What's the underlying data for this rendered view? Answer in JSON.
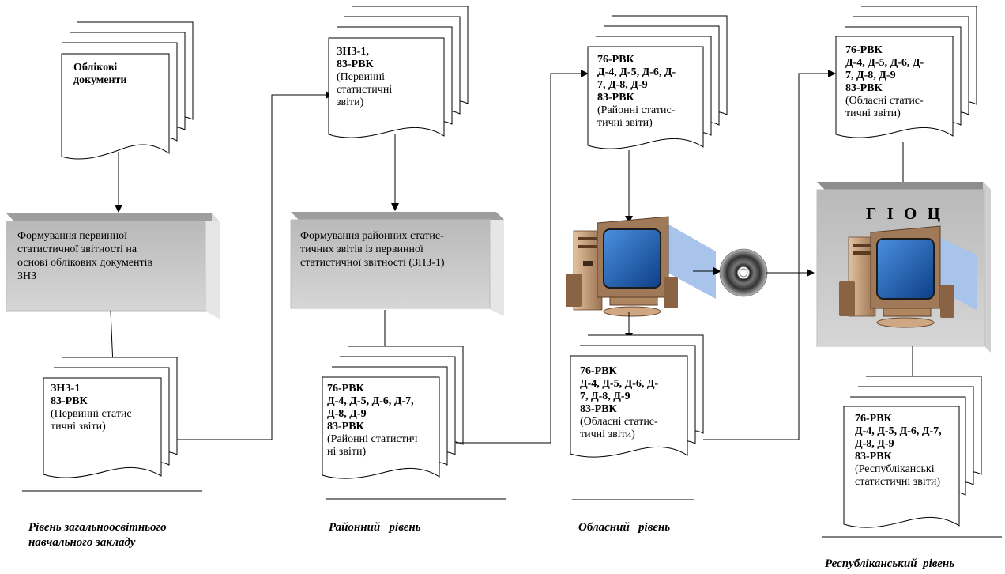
{
  "level1": {
    "accounting_doc": {
      "line1": "Облікові",
      "line2": "документи"
    },
    "process": {
      "line1": "Формування первинної",
      "line2": "статистичної звітності на",
      "line3": "основі облікових документів",
      "line4": "ЗНЗ"
    },
    "output_doc": {
      "b1": "ЗНЗ-1",
      "b2": "83-РВК",
      "n1": "(Первинні статис",
      "n2": "тичні звіти)"
    },
    "label": {
      "line1": "Рівень загальноосвітнього",
      "line2": "навчального закладу"
    }
  },
  "level2": {
    "input_doc": {
      "b1": "ЗНЗ-1,",
      "b2": "83-РВК",
      "n1": "(Первинні",
      "n2": "статистичні",
      "n3": "звіти)"
    },
    "process": {
      "line1": "Формування районних статис-",
      "line2": "тичних звітів  із первинної",
      "line3": "статистичної звітності (ЗНЗ-1)"
    },
    "output_doc": {
      "b1": "76-РВК",
      "b2": "Д-4, Д-5, Д-6, Д-7,",
      "b3": "Д-8, Д-9",
      "b4": "83-РВК",
      "n1": "(Районні статистич",
      "n2": "ні звіти)"
    },
    "label": "Районний   рівень"
  },
  "level3": {
    "input_doc": {
      "b1": "76-РВК",
      "b2": "Д-4, Д-5, Д-6, Д-",
      "b3": "7, Д-8, Д-9",
      "b4": "83-РВК",
      "n1": "(Районні статис-",
      "n2": "тичні звіти)"
    },
    "output_doc": {
      "b1": "76-РВК",
      "b2": "Д-4, Д-5, Д-6, Д-",
      "b3": "7, Д-8, Д-9",
      "b4": "83-РВК",
      "n1": "(Обласні статис-",
      "n2": "тичні звіти)"
    },
    "label": "Обласний   рівень"
  },
  "level4": {
    "input_doc": {
      "b1": "76-РВК",
      "b2": "Д-4, Д-5, Д-6, Д-",
      "b3": "7, Д-8, Д-9",
      "b4": "83-РВК",
      "n1": "(Обласні статис-",
      "n2": "тичні звіти)"
    },
    "gioc": "Г І О Ц",
    "output_doc": {
      "b1": "76-РВК",
      "b2": "Д-4, Д-5, Д-6, Д-7,",
      "b3": "Д-8, Д-9",
      "b4": "83-РВК",
      "n1": "(Республіканські",
      "n2": "статистичні звіти)"
    },
    "label": "Республіканський  рівень"
  },
  "icons": [
    "computer-icon",
    "cd-disc-icon",
    "server-computer-icon"
  ],
  "colors": {
    "process_box": "#bfbfbf",
    "process_side": "#d8d8d8",
    "monitor_screen": "#1e5aa8",
    "case": "#c9a27e"
  }
}
